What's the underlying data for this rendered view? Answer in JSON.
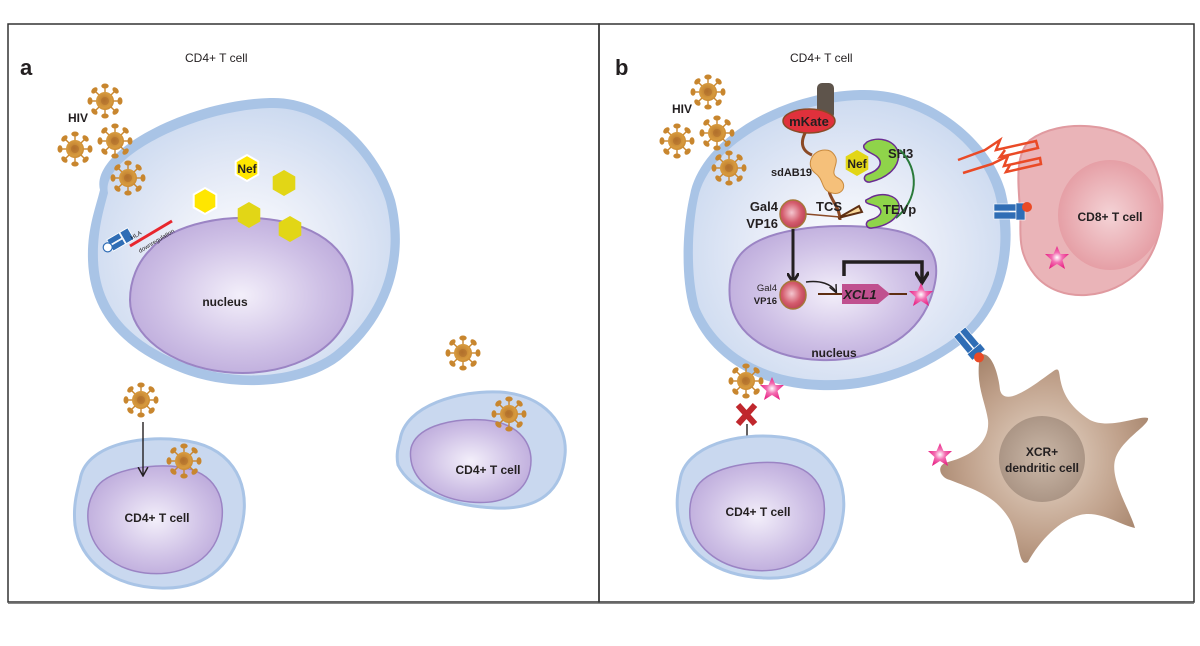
{
  "figure": {
    "panel_a": {
      "letter": "a",
      "title": "CD4+ T cell",
      "hiv_label": "HIV",
      "nef_label": "Nef",
      "hla_label": "HLA",
      "downregulation_label": "downregulation",
      "nucleus_label": "nucleus",
      "cell_bottom_left_label": "CD4+ T cell",
      "cell_bottom_right_label": "CD4+ T cell"
    },
    "panel_b": {
      "letter": "b",
      "title": "CD4+ T cell",
      "hiv_label": "HIV",
      "mkate_label": "mKate",
      "sdab_label": "sdAB19",
      "nef_label": "Nef",
      "sh3_label": "SH3",
      "tevp_label": "TEVp",
      "tcs_label": "TCS",
      "gal4_top_line1": "Gal4",
      "gal4_top_line2": "VP16",
      "gal4_nuc_line1": "Gal4",
      "gal4_nuc_line2": "VP16",
      "gene_label": "XCL1",
      "nucleus_label": "nucleus",
      "cd8_label": "CD8+ T cell",
      "dc_line1": "XCR+",
      "dc_line2": "dendritic cell",
      "cell_bottom_label": "CD4+ T cell"
    },
    "colors": {
      "cell_membrane": "#a9c4e6",
      "cytoplasm": "#dbe5f5",
      "nucleus": "#c3b3dd",
      "nucleus_border": "#9b84c4",
      "virus": "#c8862e",
      "nef": "#ffe600",
      "hla_red": "#e8262d",
      "receptor_blue": "#2f6db5",
      "mkate": "#e0313c",
      "sdab": "#f5c07a",
      "sh3_tevp": "#8fd44a",
      "xcl1_pink": "#e6197f",
      "cd8": "#e8a3a8",
      "dendritic": "#b89a84",
      "inhibit_x": "#c0272d"
    }
  }
}
